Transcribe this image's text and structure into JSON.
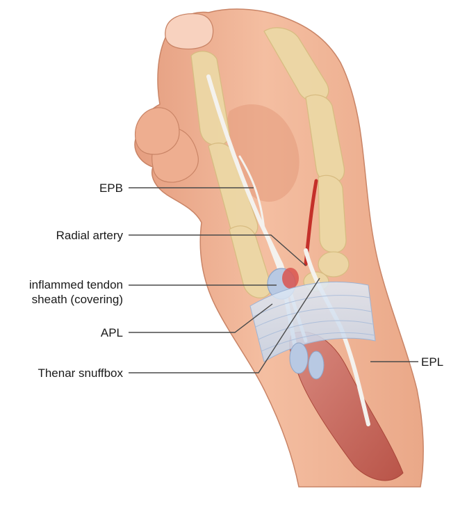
{
  "labels": {
    "epb": "EPB",
    "radial_artery": "Radial artery",
    "inflammed_line1": "inflammed tendon",
    "inflammed_line2": "sheath (covering)",
    "apl": "APL",
    "thenar_snuffbox": "Thenar snuffbox",
    "epl": "EPL"
  },
  "colors": {
    "skin": "#f2b89a",
    "skin_shadow": "#e39a7c",
    "skin_outline": "#c98466",
    "bone": "#ecd9a6",
    "bone_outline": "#d6bd80",
    "tendon": "#f4f2ee",
    "artery": "#c4302a",
    "muscle": "#c8675c",
    "sheath": "#b8c9e3",
    "inflamed": "#d9534f",
    "leader": "#4a4a4a",
    "text": "#1a1a1a"
  }
}
